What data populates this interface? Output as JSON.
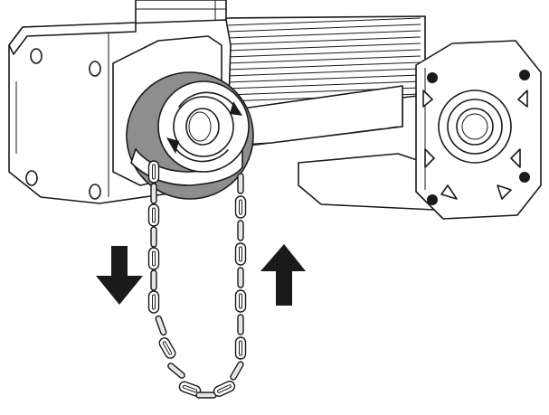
{
  "diagram": {
    "subject": "chain-operated-gear-motor",
    "arrows": [
      {
        "direction": "down",
        "color": "#1a1a1a"
      },
      {
        "direction": "up",
        "color": "#1a1a1a"
      }
    ],
    "rotation_indicator": "bidirectional-arrow-icon",
    "colors": {
      "outline": "#1a1a1a",
      "wheel": "#8e8e8e",
      "background": "#ffffff"
    }
  }
}
